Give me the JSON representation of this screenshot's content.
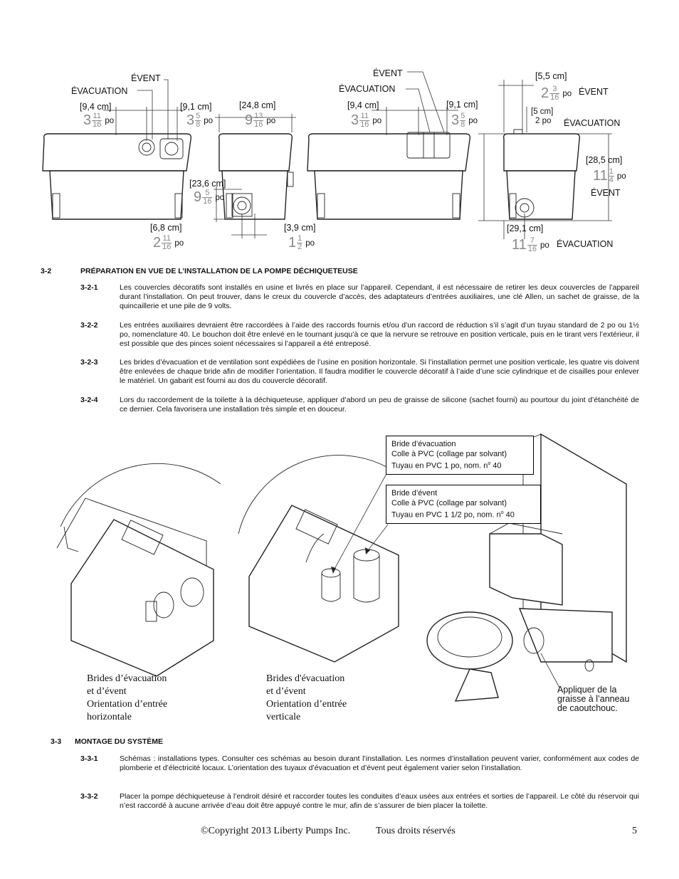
{
  "diagrams": {
    "left_top": {
      "vent": "ÉVENT",
      "discharge": "ÉVACUATION",
      "d1_metric": "[9,4 cm]",
      "d1_whole": "3",
      "d1_num": "11",
      "d1_den": "16",
      "d1_unit": "po",
      "d2_metric": "[9,1 cm]",
      "d2_whole": "3",
      "d2_num": "5",
      "d2_den": "8",
      "d2_unit": "po"
    },
    "left_side": {
      "d3_metric": "[24,8 cm]",
      "d3_whole": "9",
      "d3_num": "13",
      "d3_den": "16",
      "d3_unit": "po",
      "d4_metric": "[23,6 cm]",
      "d4_whole": "9",
      "d4_num": "5",
      "d4_den": "16",
      "d4_unit": "po",
      "d5_metric": "[6,8 cm]",
      "d5_whole": "2",
      "d5_num": "11",
      "d5_den": "16",
      "d5_unit": "po",
      "d6_metric": "[3,9 cm]",
      "d6_whole": "1",
      "d6_num": "1",
      "d6_den": "2",
      "d6_unit": "po"
    },
    "middle": {
      "vent": "ÉVENT",
      "discharge": "ÉVACUATION",
      "d1_metric": "[9,4 cm]",
      "d1_whole": "3",
      "d1_num": "11",
      "d1_den": "16",
      "d1_unit": "po",
      "d2_metric": "[9,1 cm]",
      "d2_whole": "3",
      "d2_num": "5",
      "d2_den": "8",
      "d2_unit": "po"
    },
    "right": {
      "d1_metric": "[5,5 cm]",
      "d1_whole": "2",
      "d1_num": "3",
      "d1_den": "16",
      "d1_unit": "po",
      "d1_label": "ÉVENT",
      "d2_metric": "[5 cm]",
      "d2_value": "2 po",
      "d2_label": "ÉVACUATION",
      "d3_metric": "[28,5 cm]",
      "d3_whole": "11",
      "d3_num": "1",
      "d3_den": "4",
      "d3_unit": "po",
      "d3_label": "ÉVENT",
      "d4_metric": "[29,1 cm]",
      "d4_whole": "11",
      "d4_num": "7",
      "d4_den": "16",
      "d4_unit": "po",
      "d4_label": "ÉVACUATION"
    }
  },
  "section_3_2": {
    "number": "3-2",
    "title": "PRÉPARATION EN VUE DE L’INSTALLATION DE LA POMPE DÉCHIQUETEUSE",
    "items": [
      {
        "num": "3-2-1",
        "text": "Les couvercles décoratifs sont installés en usine et livrés en place sur l’appareil. Cependant, il est nécessaire de retirer les deux couvercles de l’appareil durant l’installation. On peut trouver, dans le creux du couvercle d’accès, des adaptateurs d’entrées auxiliaires, une clé Allen, un sachet de graisse, de la quincaillerie et une pile de 9 volts."
      },
      {
        "num": "3-2-2",
        "text": "Les entrées auxiliaires devraient être raccordées à l’aide des raccords fournis et/ou d’un raccord de réduction s’il s’agit d’un tuyau standard de 2 po ou 1½ po, nomenclature 40. Le bouchon doit être enlevé en le tournant jusqu’à ce que la nervure se retrouve en position verticale, puis en le tirant vers l’extérieur, il est possible que des pinces soient nécessaires si l’appareil a été entreposé."
      },
      {
        "num": "3-2-3",
        "text": "Les brides d’évacuation et de ventilation sont expédiées de l’usine en position horizontale. Si l’installation permet une position verticale, les quatre vis doivent être enlevées de chaque bride afin de modifier l’orientation. Il faudra modifier le couvercle décoratif à l’aide d’une scie cylindrique et de cisailles pour enlever le matériel. Un gabarit est fourni au dos du couvercle décoratif."
      },
      {
        "num": "3-2-4",
        "text": "Lors du raccordement de la toilette à la déchiqueteuse, appliquer d’abord un peu de graisse de silicone (sachet fourni) au pourtour du joint d’étanchéité de ce dernier. Cela favorisera une installation très simple et en douceur."
      }
    ]
  },
  "callouts": {
    "discharge": {
      "l1": "Bride d’évacuation",
      "l2": "Colle à PVC (collage par solvant)",
      "l3": "Tuyau en PVC 1 po, nom. n",
      "sup": "o",
      "l3b": " 40"
    },
    "vent": {
      "l1": "Bride d’évent",
      "l2": "Colle à PVC (collage par solvant)",
      "l3": "Tuyau en PVC 1 1/2 po, nom. n",
      "sup": "o",
      "l3b": " 40"
    }
  },
  "captions": {
    "horizontal": {
      "l1": "Brides d’évacuation",
      "l2": "et d’évent",
      "l3": "Orientation d’entrée",
      "l4": "horizontale"
    },
    "vertical": {
      "l1": "Brides d'évacuation",
      "l2": "et d’évent",
      "l3": "Orientation d’entrée",
      "l4": "verticale"
    },
    "grease": {
      "l1": "Appliquer de la",
      "l2": "graisse à l’anneau",
      "l3": "de caoutchouc."
    }
  },
  "section_3_3": {
    "number": "3-3",
    "title": "MONTAGE DU SYSTÈME",
    "items": [
      {
        "num": "3-3-1",
        "text": "Schémas : installations types. Consulter ces schémas au besoin durant l’installation. Les normes d’installation peuvent varier, conformément aux codes de plomberie et d’électricité locaux. L’orientation des tuyaux d’évacuation et d’évent peut également varier selon l’installation."
      },
      {
        "num": "3-3-2",
        "text": "Placer la pompe déchiqueteuse à l’endroit désiré et raccorder toutes les conduites d’eaux usées aux entrées et sorties de l’appareil. Le côté du réservoir qui n’est raccordé à aucune arrivée d’eau doit être appuyé contre le mur, afin de s’assurer de bien placer la toilette."
      }
    ]
  },
  "footer": {
    "copyright": "©Copyright 2013 Liberty Pumps Inc.",
    "rights": "Tous droits réservés",
    "page": "5"
  }
}
